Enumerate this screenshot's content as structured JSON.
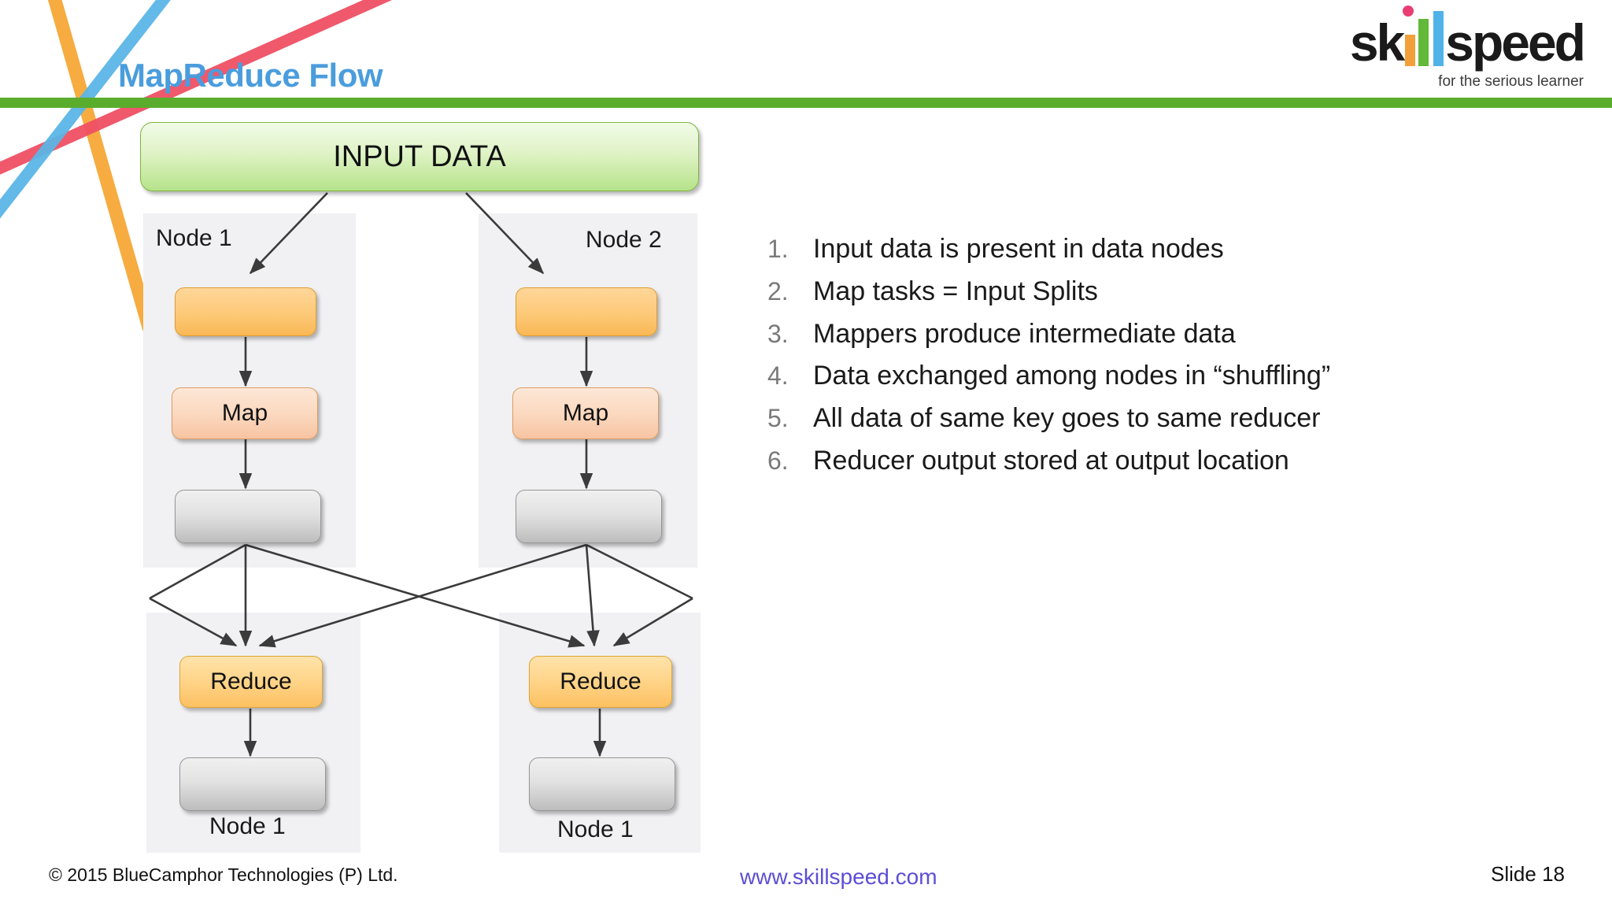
{
  "slide": {
    "title": "MapReduce Flow",
    "number_label": "Slide 18"
  },
  "logo": {
    "text_part1": "sk",
    "text_part2": "speed",
    "tagline": "for the serious learner",
    "colors": {
      "dot_pink": "#ea3d73",
      "stem_orange": "#f2a13a",
      "bar_green": "#62b838",
      "bar_blue": "#4fb3e8",
      "word_black": "#1a1a1a"
    }
  },
  "decoration": {
    "green_bar_color": "#5aac2d",
    "ribbon_orange": "#f5a836",
    "ribbon_blue": "#5bb5e6",
    "ribbon_pink": "#ef4f63"
  },
  "diagram": {
    "input_box_label": "INPUT DATA",
    "top_nodes": [
      {
        "label": "Node 1",
        "split_label": "",
        "map_label": "Map",
        "output_label": ""
      },
      {
        "label": "Node 2",
        "split_label": "",
        "map_label": "Map",
        "output_label": ""
      }
    ],
    "bottom_nodes": [
      {
        "reduce_label": "Reduce",
        "output_label": "",
        "label": "Node 1"
      },
      {
        "reduce_label": "Reduce",
        "output_label": "",
        "label": "Node 1"
      }
    ],
    "colors": {
      "input_green": "#b6e38a",
      "split_orange": "#f9b855",
      "map_peach": "#f7c4a2",
      "gray": "#bdbdbd",
      "reduce_amber": "#fcc062",
      "panel_gray": "#f1f1f3",
      "arrow": "#3b3b3b"
    }
  },
  "bullets": [
    {
      "num": "1.",
      "text": "Input data is present in data nodes"
    },
    {
      "num": "2.",
      "text": "Map tasks = Input Splits"
    },
    {
      "num": "3.",
      "text": "Mappers produce intermediate data"
    },
    {
      "num": "4.",
      "text": "Data exchanged among nodes in “shuffling”"
    },
    {
      "num": "5.",
      "text": "All data of same key goes to same reducer"
    },
    {
      "num": "6.",
      "text": "Reducer output stored at output location"
    }
  ],
  "footer": {
    "copyright": "© 2015 BlueCamphor Technologies (P) Ltd.",
    "website": "www.skillspeed.com",
    "slide_label": "Slide 18"
  }
}
